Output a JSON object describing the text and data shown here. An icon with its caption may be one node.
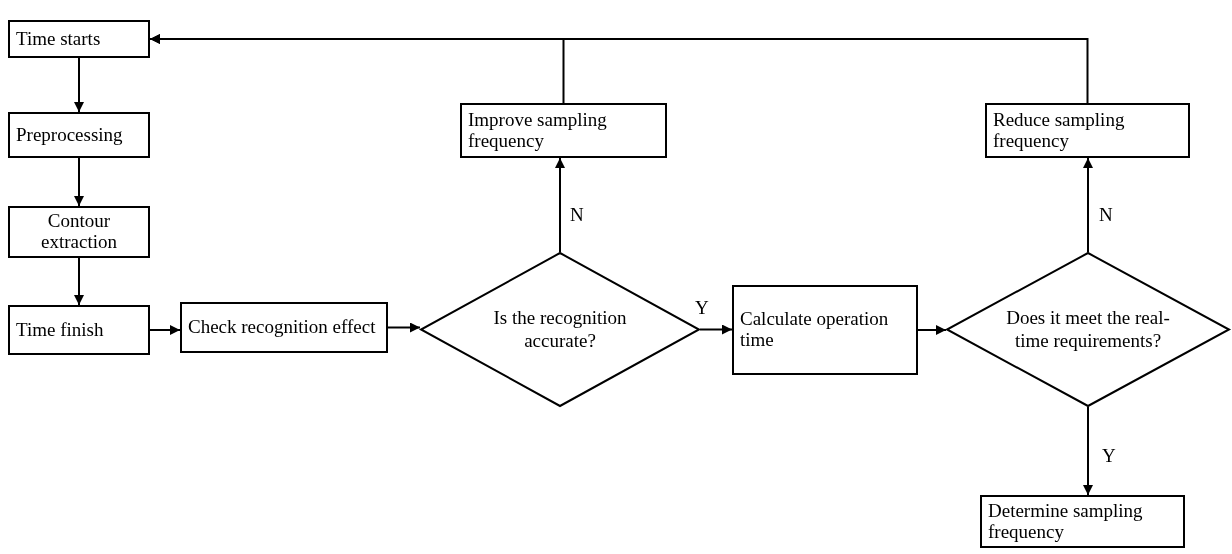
{
  "diagram": {
    "nodes": [
      {
        "text": [
          "Time starts"
        ]
      },
      {
        "text": [
          "Preprocessing"
        ]
      },
      {
        "text": [
          "Contour extraction"
        ]
      },
      {
        "text": [
          "Time finish"
        ]
      },
      {
        "text": [
          "Check recognition effect"
        ]
      },
      {
        "text": [
          "Is the recognition accurate?"
        ]
      },
      {
        "text": [
          "Improve sampling frequency"
        ]
      },
      {
        "text": [
          "Calculate operation time"
        ]
      },
      {
        "text": [
          "Does it meet the real-time requirements?"
        ]
      },
      {
        "text": [
          "Reduce sampling frequency"
        ]
      },
      {
        "text": [
          "Determine sampling frequency"
        ]
      }
    ],
    "edges": [
      {
        "from": 0,
        "to": 1,
        "arrow": "to"
      },
      {
        "from": 1,
        "to": 2,
        "arrow": "to"
      },
      {
        "from": 2,
        "to": 3,
        "arrow": "to"
      },
      {
        "from": 3,
        "to": 4,
        "arrow": "to"
      },
      {
        "from": 4,
        "to": 5,
        "arrow": "to"
      },
      {
        "from": 5,
        "to": 6,
        "arrow": "to",
        "label": "N"
      },
      {
        "from": 5,
        "to": 7,
        "arrow": "to",
        "label": "Y"
      },
      {
        "from": 6,
        "to": 0,
        "arrow": "to"
      },
      {
        "from": 7,
        "to": 8,
        "arrow": "to"
      },
      {
        "from": 8,
        "to": 9,
        "arrow": "to",
        "label": "N"
      },
      {
        "from": 8,
        "to": 10,
        "arrow": "to",
        "label": "Y"
      },
      {
        "from": 9,
        "to": 0,
        "arrow": "to"
      }
    ]
  }
}
